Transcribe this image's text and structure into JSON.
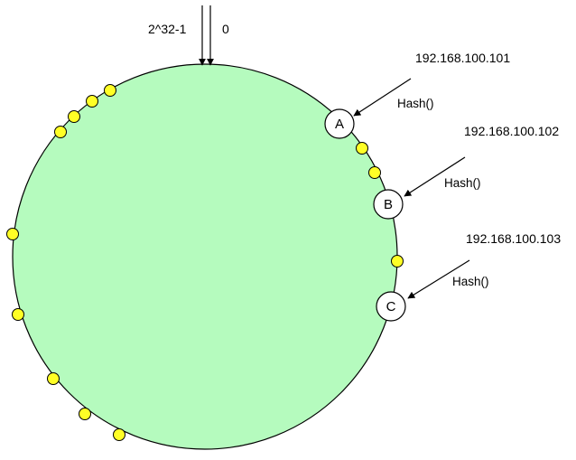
{
  "top_labels": {
    "left": "2^32-1",
    "right": "0"
  },
  "servers": [
    {
      "node": "A",
      "ip": "192.168.100.101",
      "func": "Hash()"
    },
    {
      "node": "B",
      "ip": "192.168.100.102",
      "func": "Hash()"
    },
    {
      "node": "C",
      "ip": "192.168.100.103",
      "func": "Hash()"
    }
  ],
  "colors": {
    "ring_fill": "#b5fbbe",
    "stroke": "#000000",
    "key_dot": "#ffff26",
    "node_fill": "#ffffff"
  }
}
